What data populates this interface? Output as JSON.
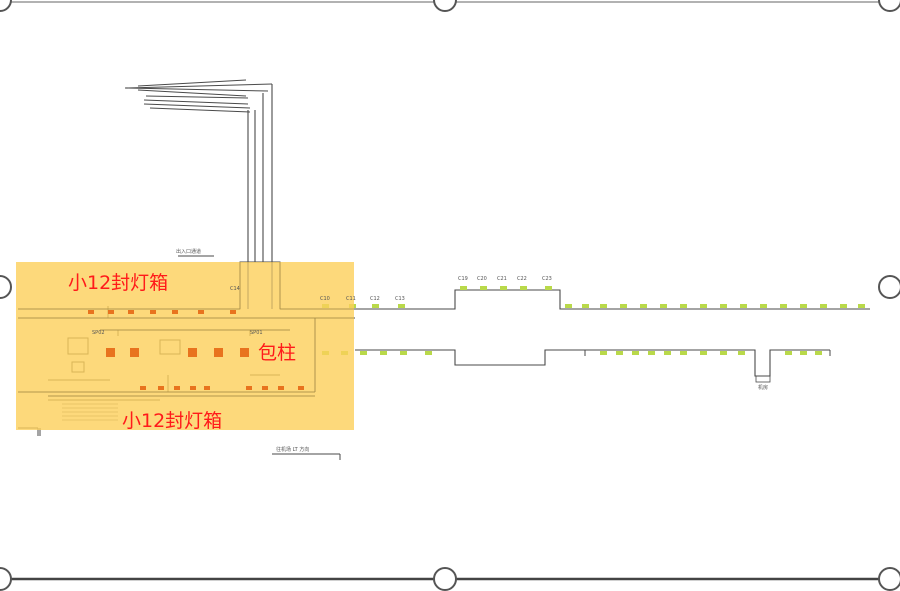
{
  "overlay": {
    "label_top": "小12封灯箱",
    "label_bottom": "小12封灯箱",
    "label_pillar": "包柱",
    "highlight_color": "#fcd05a",
    "label_color": "#ff1a1a",
    "marker_color": "#e8731e"
  },
  "plan": {
    "line_color": "#4a4a4a",
    "seat_color": "#b9d94a",
    "notes": {
      "header_label": "出入口通道",
      "bottom_label": "往机场 LT 方向",
      "right_box_label": "机房"
    },
    "top_row_labels": [
      "C19",
      "C20",
      "C21",
      "C22",
      "C23"
    ],
    "mid_row_labels": [
      "C10",
      "C11",
      "C12",
      "C13",
      "C14"
    ],
    "left_zone_labels": [
      "SP02",
      "SP01"
    ]
  }
}
